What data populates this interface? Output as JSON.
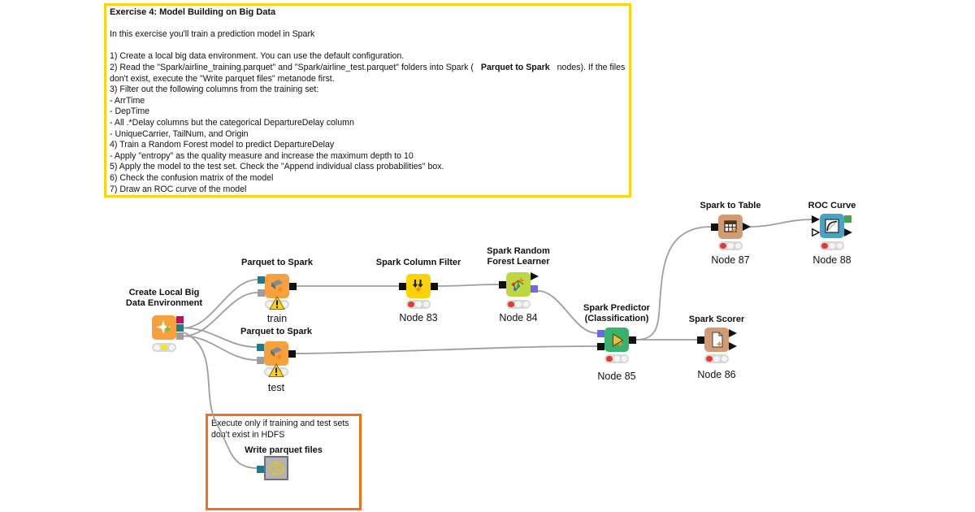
{
  "exercise_box": {
    "title": "Exercise 4: Model Building on Big Data",
    "intro": "In this exercise you'll train a prediction model in Spark",
    "step1": "1) Create a local big data environment. You can use the default configuration.",
    "step2_pre": "2) Read the \"Spark/airline_training.parquet\" and \"Spark/airline_test.parquet\" folders into Spark (",
    "step2_bold": "Parquet to Spark",
    "step2_post": "nodes). If the files",
    "step2_cont": "don't exist, execute the \"Write parquet files\" metanode first.",
    "step3": "3) Filter out the following columns from the training set:",
    "filter1": "- ArrTime",
    "filter2": "- DepTime",
    "filter3": "- All .*Delay columns but the categorical DepartureDelay column",
    "filter4": "- UniqueCarrier, TailNum, and Origin",
    "step4": "4) Train a Random Forest model to predict DepartureDelay",
    "step4_sub": "- Apply \"entropy\" as the quality measure and increase the maximum depth to 10",
    "step5": "5) Apply the model to the test set. Check the \"Append individual class probabilities\" box.",
    "step6": "6) Check the confusion matrix of the model",
    "step7": "7) Draw an ROC curve of the model"
  },
  "hdfs_box": {
    "line1": "Execute only if training and test sets",
    "line2": "don't exist in HDFS",
    "metanode_label": "Write parquet files"
  },
  "nodes": {
    "create": {
      "label1": "Create Local Big",
      "label2": "Data Environment"
    },
    "parquet_train": {
      "label": "Parquet to Spark",
      "name": "train"
    },
    "parquet_test": {
      "label": "Parquet to Spark",
      "name": "test"
    },
    "column_filter": {
      "label": "Spark Column Filter",
      "name": "Node 83"
    },
    "rf_learner": {
      "label1": "Spark Random",
      "label2": "Forest Learner",
      "name": "Node 84"
    },
    "predictor": {
      "label1": "Spark Predictor",
      "label2": "(Classification)",
      "name": "Node 85"
    },
    "scorer": {
      "label": "Spark Scorer",
      "name": "Node 86"
    },
    "to_table": {
      "label": "Spark to Table",
      "name": "Node 87"
    },
    "roc_curve": {
      "label": "ROC Curve",
      "name": "Node 88"
    }
  },
  "colors": {
    "annotation_yellow_border": "#fbd512",
    "annotation_orange_border": "#f0701f",
    "node_source_orange": "#f7a03c",
    "node_manipulator_yellow": "#fcd306",
    "node_learner_lime": "#bfd73e",
    "node_predictor_green": "#37b26f",
    "node_sink_tan": "#d39b72",
    "node_view_blue": "#47a3c6",
    "port_teal": "#1a7d8e",
    "port_magenta": "#c7066c",
    "port_gray": "#9e9e9e",
    "port_model_blue": "#6f66ee",
    "port_image_green": "#3ea940",
    "edge_gray": "#9e9e9e",
    "status_red": "#e23a2e",
    "status_yellow": "#f2e426"
  }
}
